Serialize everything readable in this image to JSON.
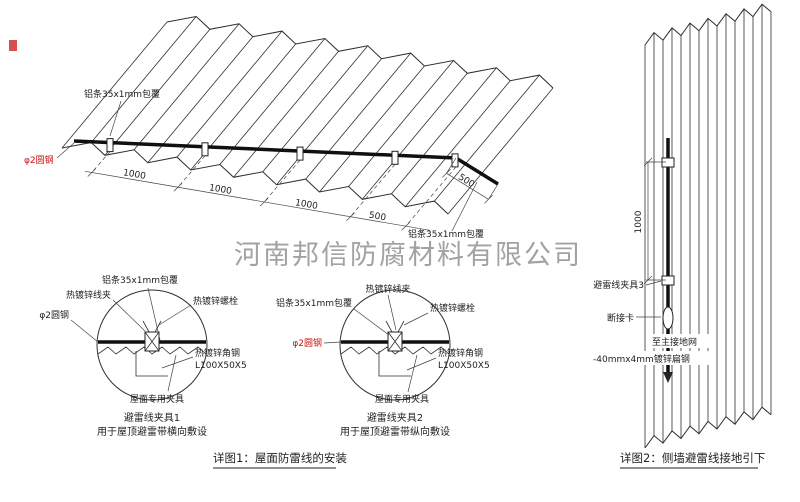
{
  "watermark": "河南邦信防腐材料有限公司",
  "colors": {
    "line": "#2f2f2f",
    "red_accent": "#cc1111",
    "watermark_gray": "#8b8b8b"
  },
  "main": {
    "label_strip_top": "铝条35x1mm包覆",
    "label_rod": "φ2圆钢",
    "label_strip_bottom": "铝条35x1mm包覆",
    "dims": [
      "1000",
      "1000",
      "1000",
      "500",
      "500"
    ]
  },
  "detail1": {
    "label_strip": "铝条35x1mm包覆",
    "label_wire_clamp": "热镀锌线夹",
    "label_bolt": "热镀锌螺栓",
    "label_rod": "φ2圆钢",
    "label_angle": "热镀锌角钢",
    "label_angle_size": "L100X50X5",
    "label_roof_clamp": "屋面专用夹具",
    "title": "避雷线夹具1",
    "subtitle": "用于屋顶避雷带横向敷设"
  },
  "detail2": {
    "label_strip": "铝条35x1mm包覆",
    "label_wire_clamp": "热镀锌线夹",
    "label_bolt": "热镀锌螺栓",
    "label_rod": "φ2圆钢",
    "label_angle": "热镀锌角钢",
    "label_angle_size": "L100X50X5",
    "label_roof_clamp": "屋面专用夹具",
    "title": "避雷线夹具2",
    "subtitle": "用于屋顶避雷带纵向敷设"
  },
  "wall": {
    "label_clamp3": "避雷线夹具3",
    "label_disconnect": "断接卡",
    "label_to_ground": "至主接地网",
    "label_flat_steel": "-40mmx4mm镀锌扁钢",
    "dim": "1000"
  },
  "captions": {
    "detail1": "详图1：屋面防雷线的安装",
    "detail2": "详图2：侧墙避雷线接地引下"
  }
}
